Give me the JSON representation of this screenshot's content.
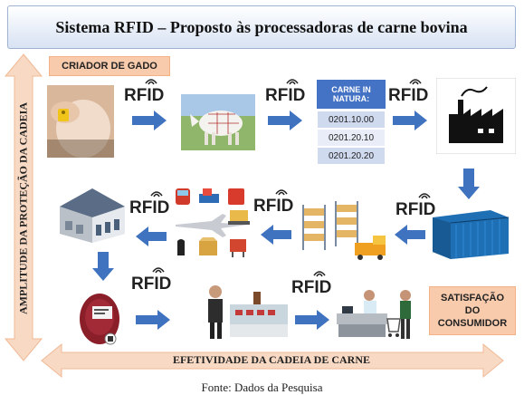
{
  "title": "Sistema RFID – Proposto às processadoras de carne bovina",
  "producer_label": "CRIADOR DE GADO",
  "rfid_label": "RFID",
  "meat_table": {
    "header": "CARNE IN NATURA:",
    "codes": [
      "0201.10.00",
      "0201.20.10",
      "0201.20.20"
    ]
  },
  "satisfaction_label": "SATISFAÇÃO DO CONSUMIDOR",
  "vertical_axis_label": "AMPLITUDE DA PROTEÇÃO DA CADEIA",
  "horizontal_axis_label": "EFETIVIDADE DA CADEIA DE CARNE",
  "caption": "Fonte: Dados da Pesquisa",
  "icons": [
    "cow-ear-tag-icon",
    "cattle-icon",
    "factory-icon",
    "shipping-container-icon",
    "warehouse-shelves-icon",
    "transport-modes-icon",
    "distribution-center-icon",
    "meat-package-icon",
    "butcher-counter-icon",
    "supermarket-checkout-icon"
  ],
  "colors": {
    "arrow_blue": "#3f73bf",
    "orange_box": "#f8cbad",
    "big_arrow": "#f8d9c4"
  }
}
